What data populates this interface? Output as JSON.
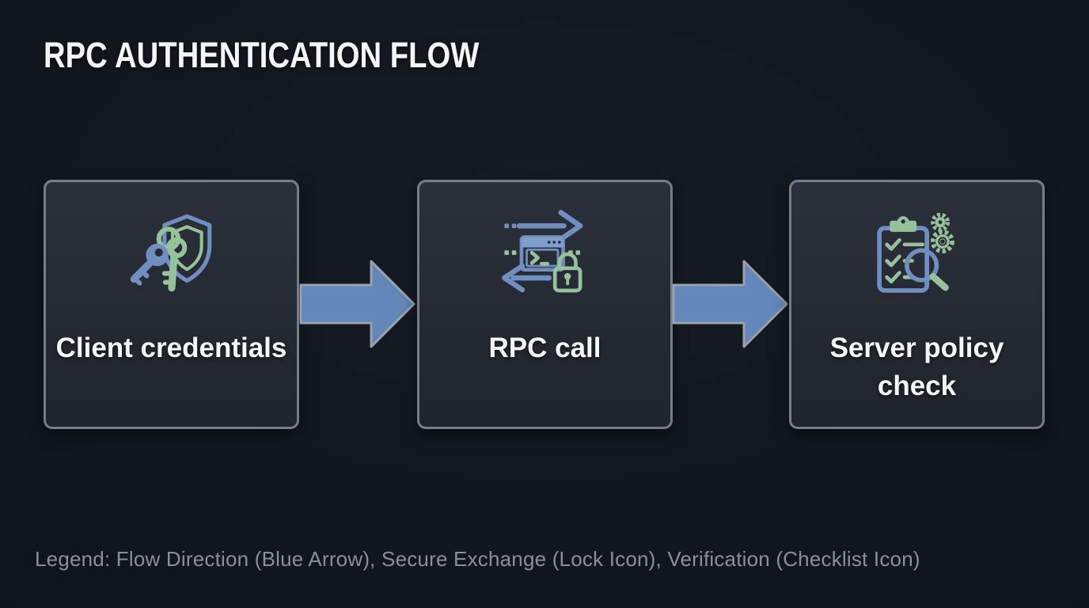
{
  "diagram": {
    "title": "RPC AUTHENTICATION FLOW",
    "nodes": [
      {
        "label": "Client credentials",
        "icon": "keys-shield-icon"
      },
      {
        "label": "RPC call",
        "icon": "terminal-exchange-lock-icon"
      },
      {
        "label": "Server policy check",
        "icon": "checklist-magnifier-gears-icon"
      }
    ],
    "connectors": [
      {
        "from": "Client credentials",
        "to": "RPC call",
        "icon": "blue-arrow-right"
      },
      {
        "from": "RPC call",
        "to": "Server policy check",
        "icon": "blue-arrow-right"
      }
    ],
    "legend": "Legend: Flow Direction (Blue Arrow), Secure Exchange (Lock Icon), Verification (Checklist Icon)",
    "colors": {
      "background": "#11161d",
      "node_fill": "#262b33",
      "node_border": "#747e89",
      "arrow_fill": "#6287b8",
      "arrow_outline": "#99a1ab",
      "icon_blue": "#6e8fbf",
      "icon_blue_light": "#7e9fcb",
      "icon_green": "#95c29b",
      "title_text": "#f3f5f7",
      "label_text": "#f4f6f8",
      "legend_text": "#8a9099"
    }
  }
}
